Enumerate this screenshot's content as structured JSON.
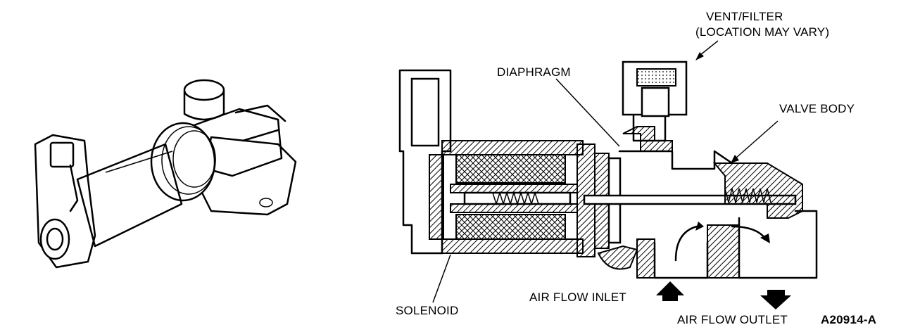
{
  "labels": {
    "vent_filter_line1": "VENT/FILTER",
    "vent_filter_line2": "(LOCATION MAY VARY)",
    "diaphragm": "DIAPHRAGM",
    "valve_body": "VALVE BODY",
    "solenoid": "SOLENOID",
    "air_flow_inlet": "AIR FLOW INLET",
    "air_flow_outlet": "AIR FLOW OUTLET",
    "figure_id": "A20914-A"
  }
}
